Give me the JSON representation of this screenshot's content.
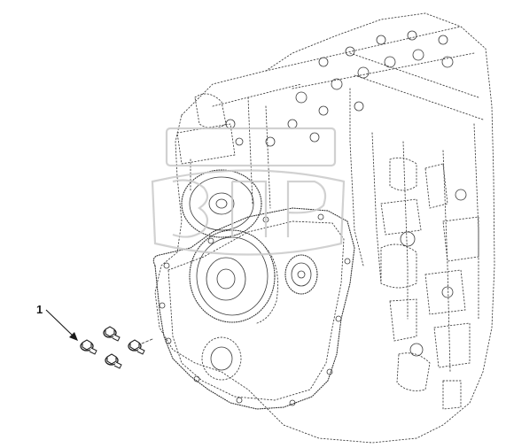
{
  "figure": {
    "callouts": [
      {
        "label": "1",
        "target": "bolts"
      }
    ]
  },
  "colors": {
    "ink": "#2a2a2a",
    "watermark": "#c9c9c9",
    "background": "#ffffff"
  },
  "icons": {
    "bolt": "hex-flange-bolt-icon",
    "watermark": "watermark-logo"
  }
}
